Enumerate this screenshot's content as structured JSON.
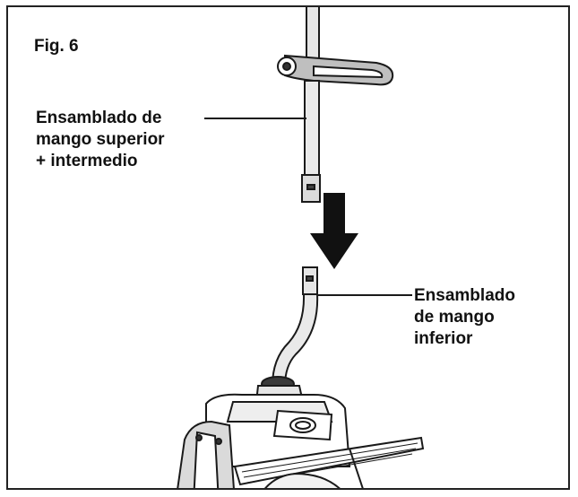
{
  "figure": {
    "title": "Fig. 6",
    "upper_label": [
      "Ensamblado de",
      "mango superior",
      "+ intermedio"
    ],
    "lower_label": [
      "Ensamblado",
      "de mango",
      "inferior"
    ]
  },
  "colors": {
    "line": "#1a1a1a",
    "fill_light": "#ffffff",
    "fill_mid": "#d9d9d9",
    "fill_dark": "#3a3a3a",
    "arrow": "#111111"
  }
}
